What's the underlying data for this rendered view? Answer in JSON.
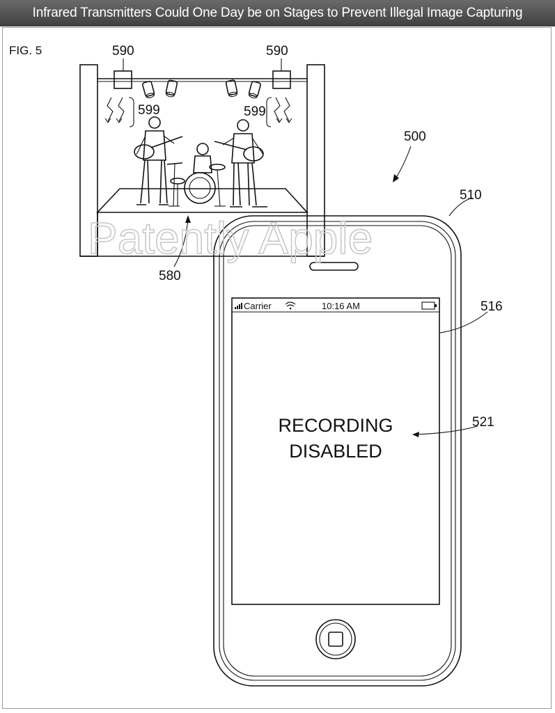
{
  "header": {
    "title": "Infrared Transmitters Could One Day be on Stages to Prevent Illegal Image Capturing"
  },
  "figure": {
    "fig_label": "FIG. 5",
    "watermark": "Patently Apple",
    "ref_labels": {
      "transmitter_left": "590",
      "transmitter_right": "590",
      "signal_left": "599",
      "signal_right": "599",
      "system": "500",
      "stage": "580",
      "device": "510",
      "display": "516",
      "message_ref": "521"
    },
    "phone_screen": {
      "carrier": "Carrier",
      "time": "10:16 AM",
      "message_line1": "RECORDING",
      "message_line2": "DISABLED"
    }
  },
  "colors": {
    "banner_bg": "#4a4a4a",
    "banner_text": "#ffffff",
    "line": "#111111",
    "watermark": "#c8c8c8"
  }
}
